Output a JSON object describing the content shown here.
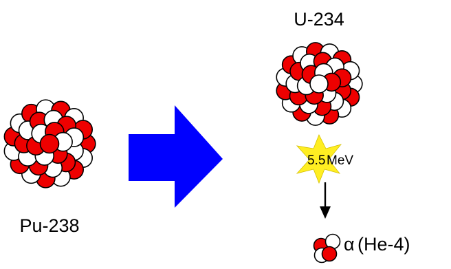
{
  "parent": {
    "label": "Pu-238"
  },
  "daughter": {
    "label": "U-234"
  },
  "energy": {
    "value": "5.5",
    "unit": "MeV"
  },
  "particle": {
    "symbol": "α",
    "name": "(He-4)"
  },
  "colors": {
    "proton": "#ee0000",
    "neutron": "#ffffff",
    "outline": "#000000",
    "arrow": "#0000ff",
    "burst": "#ffee22",
    "text": "#000000"
  }
}
